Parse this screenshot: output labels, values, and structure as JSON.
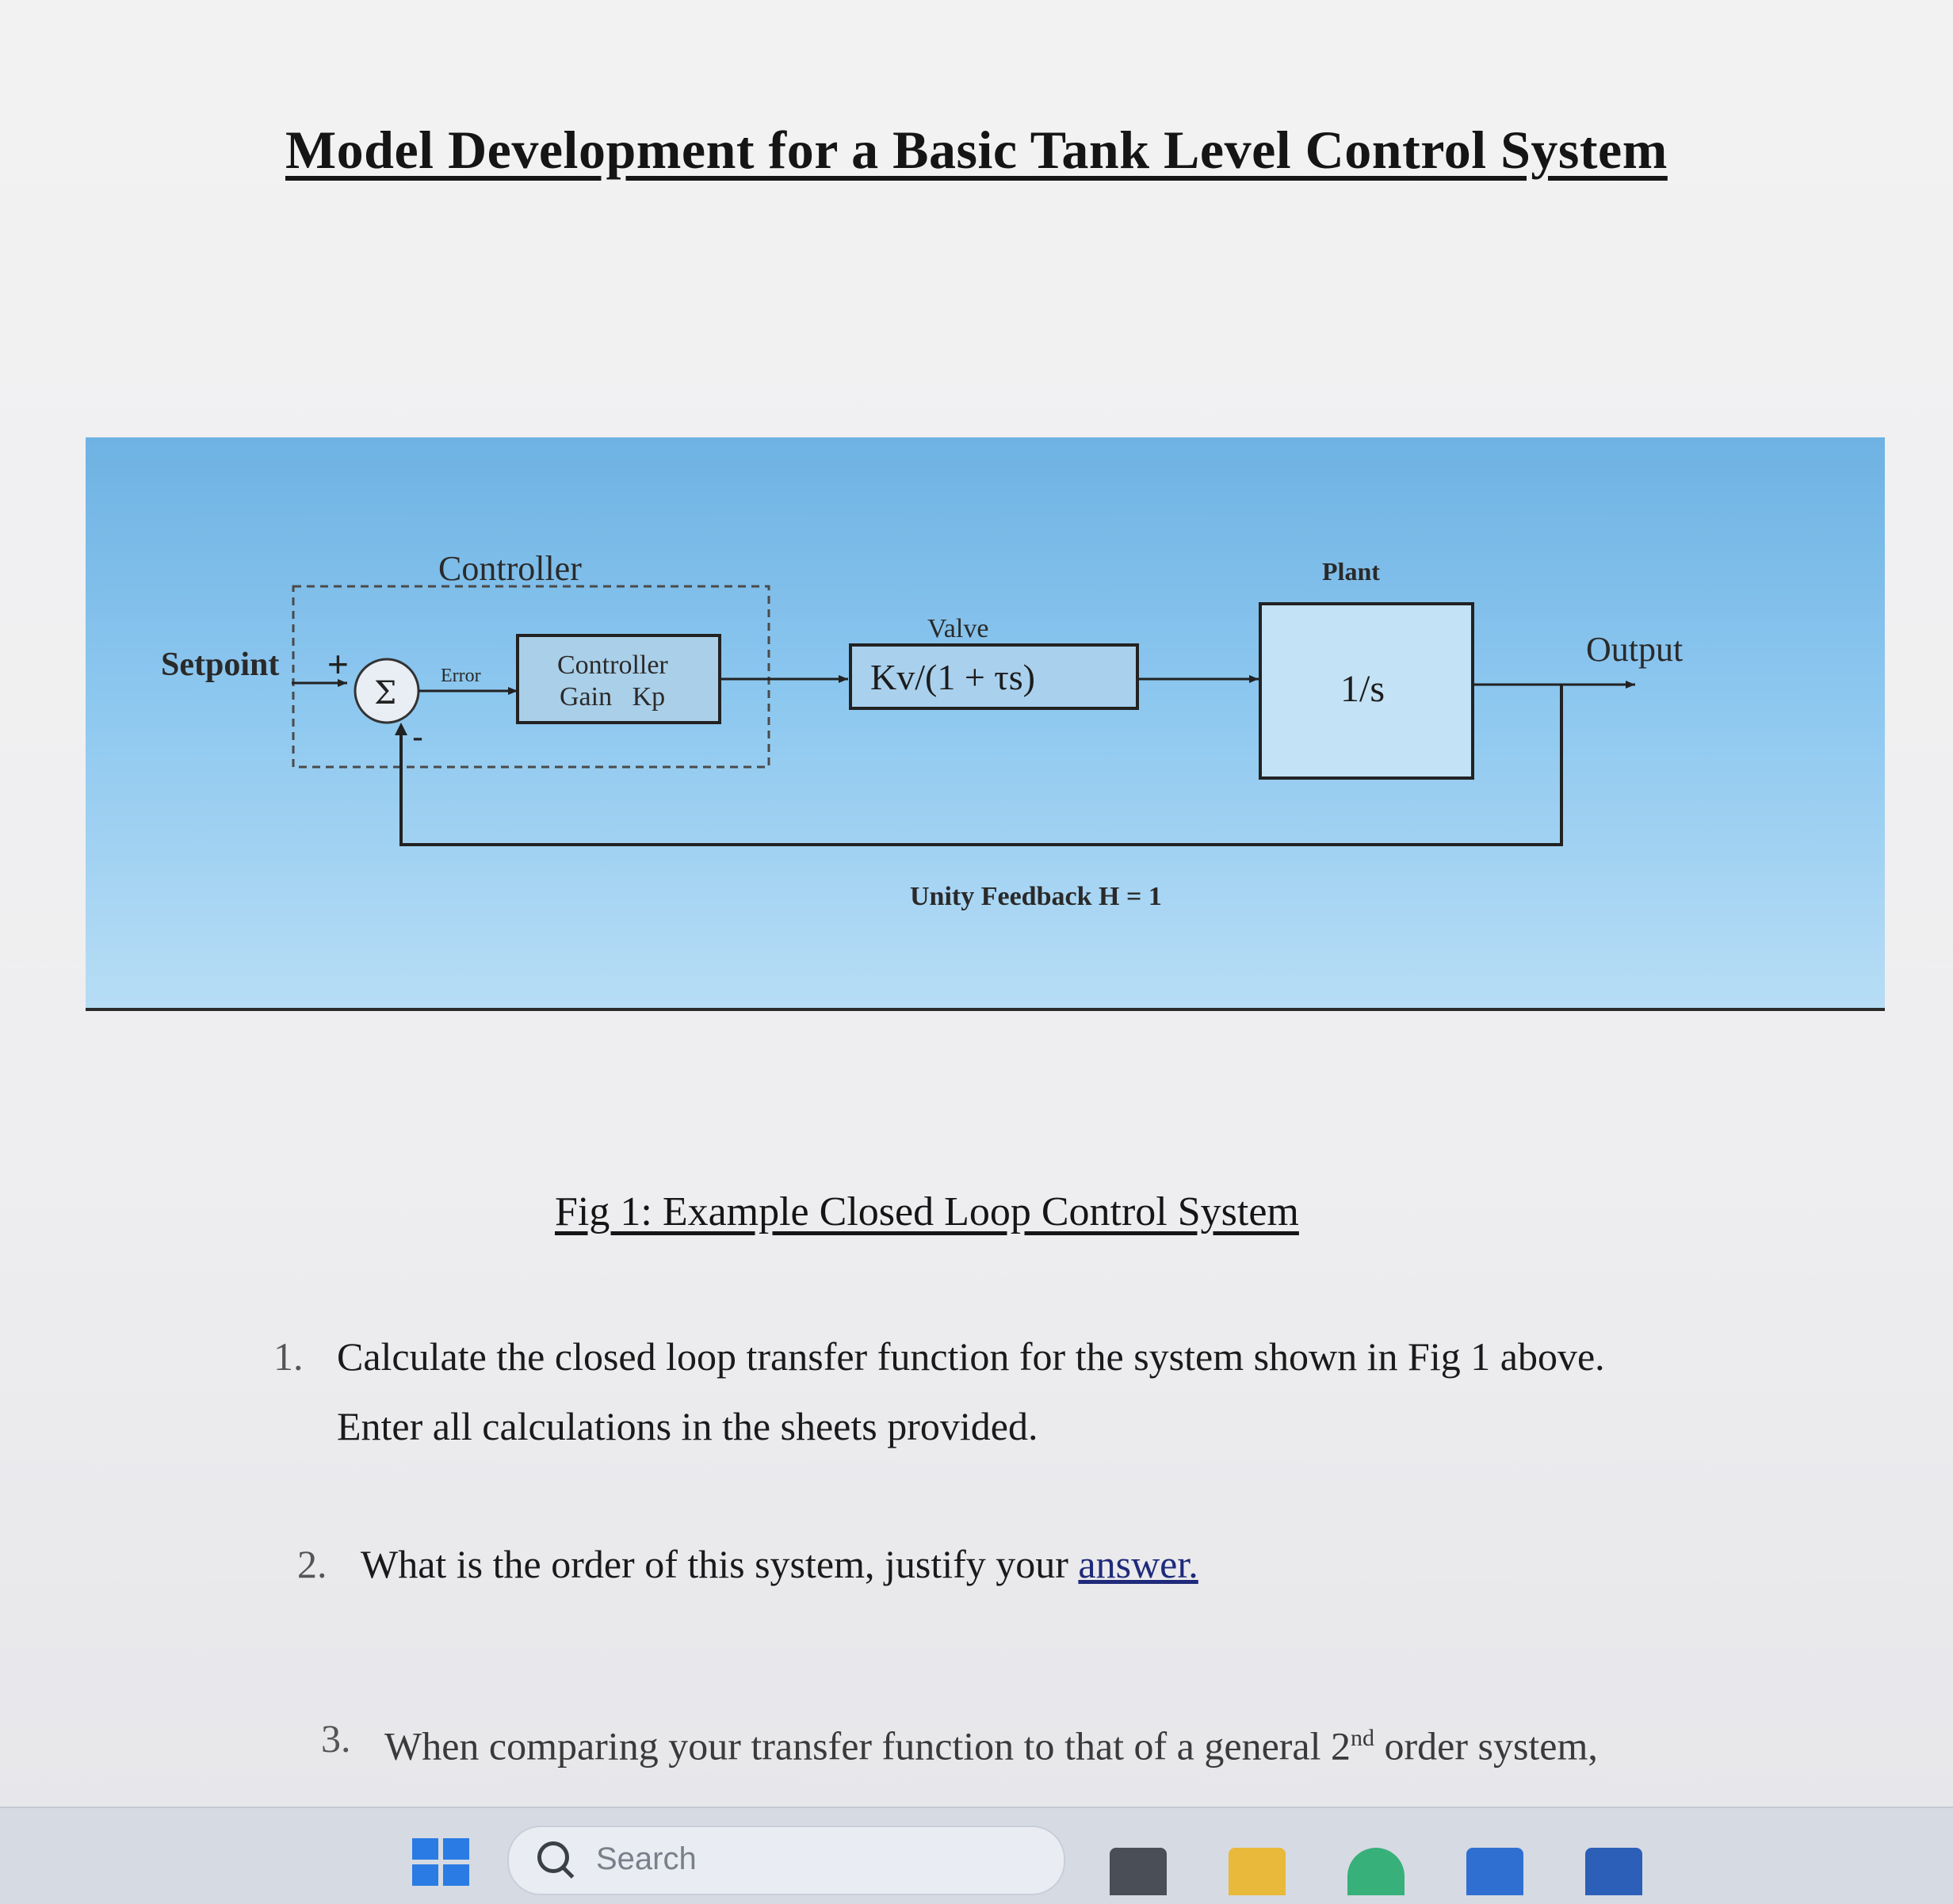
{
  "document": {
    "title": "Model Development for a Basic Tank Level Control System",
    "figure_caption": "Fig 1:  Example Closed Loop Control System"
  },
  "diagram": {
    "labels": {
      "setpoint": "Setpoint",
      "plus": "+",
      "minus": "-",
      "sum_symbol": "Σ",
      "error": "Error",
      "controller_group": "Controller",
      "controller_gain_line1": "Controller",
      "controller_gain_line2": "Gain   Kp",
      "valve": "Valve",
      "valve_tf": "Kv/(1 + τs)",
      "plant": "Plant",
      "plant_tf": "1/s",
      "output": "Output",
      "feedback": "Unity Feedback H = 1"
    }
  },
  "questions": [
    {
      "number": "1.",
      "text": "Calculate the closed loop transfer function for the system shown in Fig 1 above. Enter all calculations in the sheets provided."
    },
    {
      "number": "2.",
      "text_before": "What is the order of this system, justify your ",
      "link_text": "answer."
    },
    {
      "number": "3.",
      "text_before": "When comparing your transfer function to that of a general 2",
      "superscript": "nd",
      "text_after": " order system,"
    }
  ],
  "taskbar": {
    "search_placeholder": "Search"
  },
  "colors": {
    "panel_top": "#6eb2e3",
    "panel_bottom": "#b7ddf5",
    "start_blue": "#2a7be4",
    "link": "#1f2a7a"
  }
}
